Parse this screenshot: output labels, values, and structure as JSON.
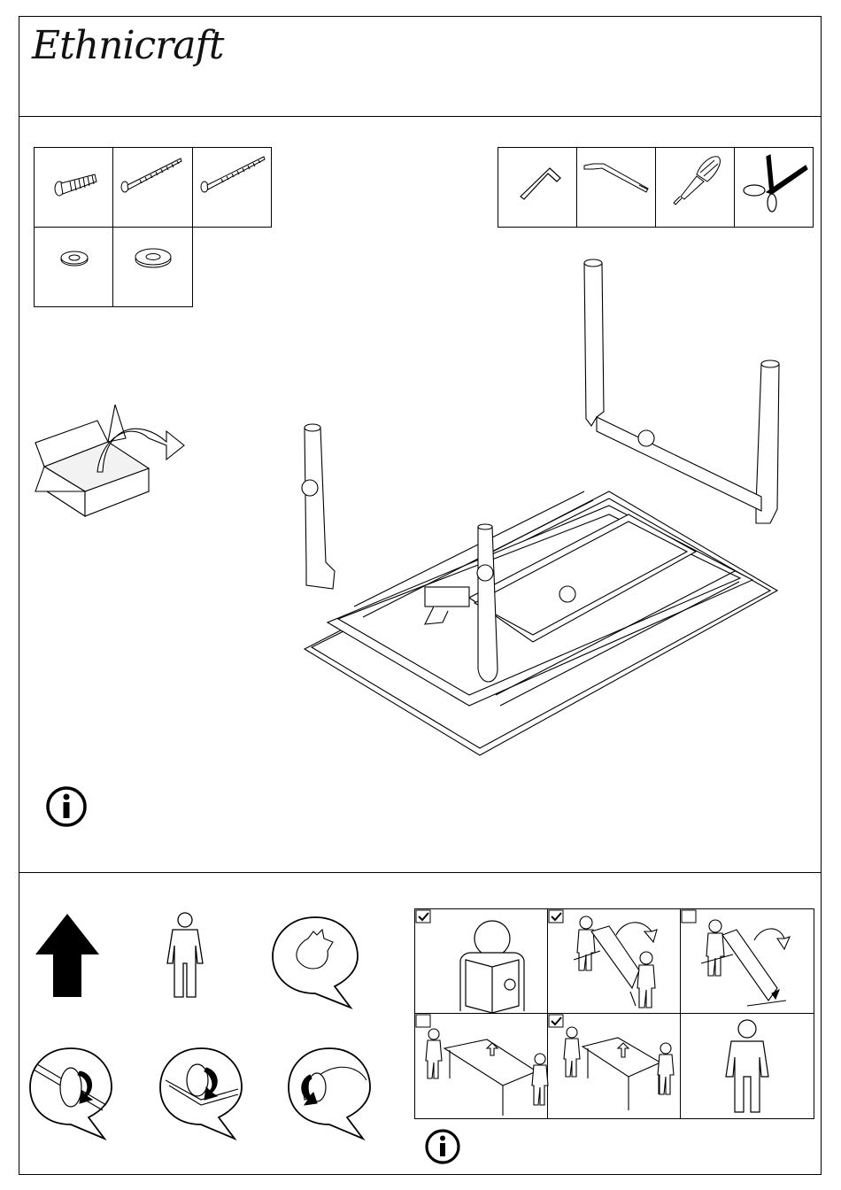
{
  "brand": {
    "name": "Ethnicraft"
  },
  "hardware": [
    {
      "id": "bolt",
      "icon": "bolt-icon"
    },
    {
      "id": "screw-long",
      "icon": "screw-icon"
    },
    {
      "id": "screw-long-2",
      "icon": "screw-icon"
    },
    {
      "id": "washer-small",
      "icon": "washer-icon"
    },
    {
      "id": "washer-large",
      "icon": "washer-icon"
    }
  ],
  "tools": [
    {
      "id": "allen-key",
      "icon": "allen-key-icon"
    },
    {
      "id": "t-handle-key",
      "icon": "hex-key-icon"
    },
    {
      "id": "screwdriver",
      "icon": "screwdriver-icon"
    },
    {
      "id": "scissors",
      "icon": "scissors-icon"
    }
  ],
  "colors": {
    "line": "#000000",
    "background": "#ffffff"
  }
}
